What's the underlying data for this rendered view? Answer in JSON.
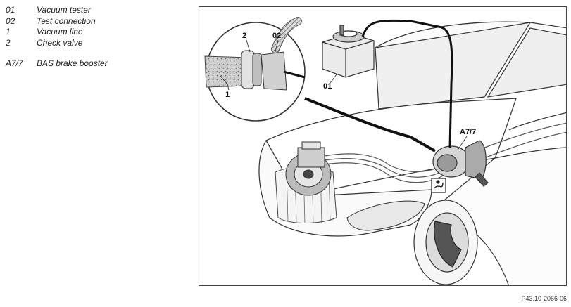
{
  "legend": [
    {
      "code": "01",
      "label": "Vacuum tester"
    },
    {
      "code": "02",
      "label": "Test connection"
    },
    {
      "code": "1",
      "label": "Vacuum line"
    },
    {
      "code": "2",
      "label": "Check valve"
    },
    {
      "code": "A7/7",
      "label": "BAS brake booster"
    }
  ],
  "callouts": {
    "c2": "2",
    "c02": "02",
    "c1": "1",
    "c01": "01",
    "a77": "A7/7"
  },
  "figure_ref": "P43.10-2066-06"
}
